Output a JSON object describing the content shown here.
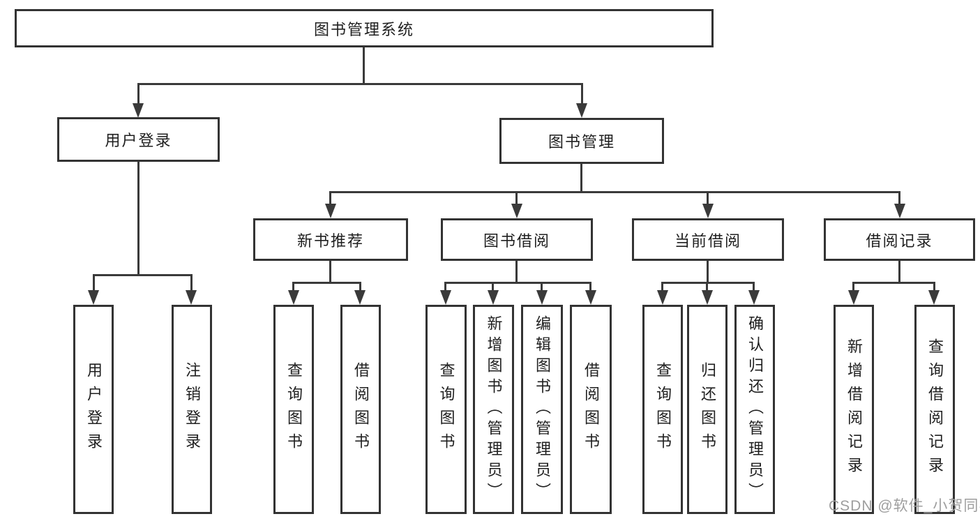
{
  "diagram_title": "图书管理系统",
  "nodes": {
    "root": {
      "label": "图书管理系统"
    },
    "user_login": {
      "label": "用户登录"
    },
    "book_mgmt": {
      "label": "图书管理"
    },
    "new_book_rec": {
      "label": "新书推荐"
    },
    "book_borrow": {
      "label": "图书借阅"
    },
    "current_borrow": {
      "label": "当前借阅"
    },
    "borrow_record": {
      "label": "借阅记录"
    },
    "leaf_user_login": {
      "label": "用户登录"
    },
    "leaf_logout": {
      "label": "注销登录"
    },
    "leaf_nbr_query": {
      "label": "查询图书"
    },
    "leaf_nbr_borrow": {
      "label": "借阅图书"
    },
    "leaf_bb_query": {
      "label": "查询图书"
    },
    "leaf_bb_add": {
      "label": "新增图书（管理员）"
    },
    "leaf_bb_edit": {
      "label": "编辑图书（管理员）"
    },
    "leaf_bb_borrow": {
      "label": "借阅图书"
    },
    "leaf_cb_query": {
      "label": "查询图书"
    },
    "leaf_cb_return": {
      "label": "归还图书"
    },
    "leaf_cb_confirm": {
      "label": "确认归还（管理员）"
    },
    "leaf_br_add": {
      "label": "新增借阅记录"
    },
    "leaf_br_query": {
      "label": "查询借阅记录"
    }
  },
  "watermark": {
    "text": "CSDN @软件_小贺同学"
  },
  "colors": {
    "line": "#3a3a3a",
    "box_border": "#333333",
    "text": "#1f1f1f",
    "watermark": "#9e9e9e",
    "background": "#ffffff"
  }
}
